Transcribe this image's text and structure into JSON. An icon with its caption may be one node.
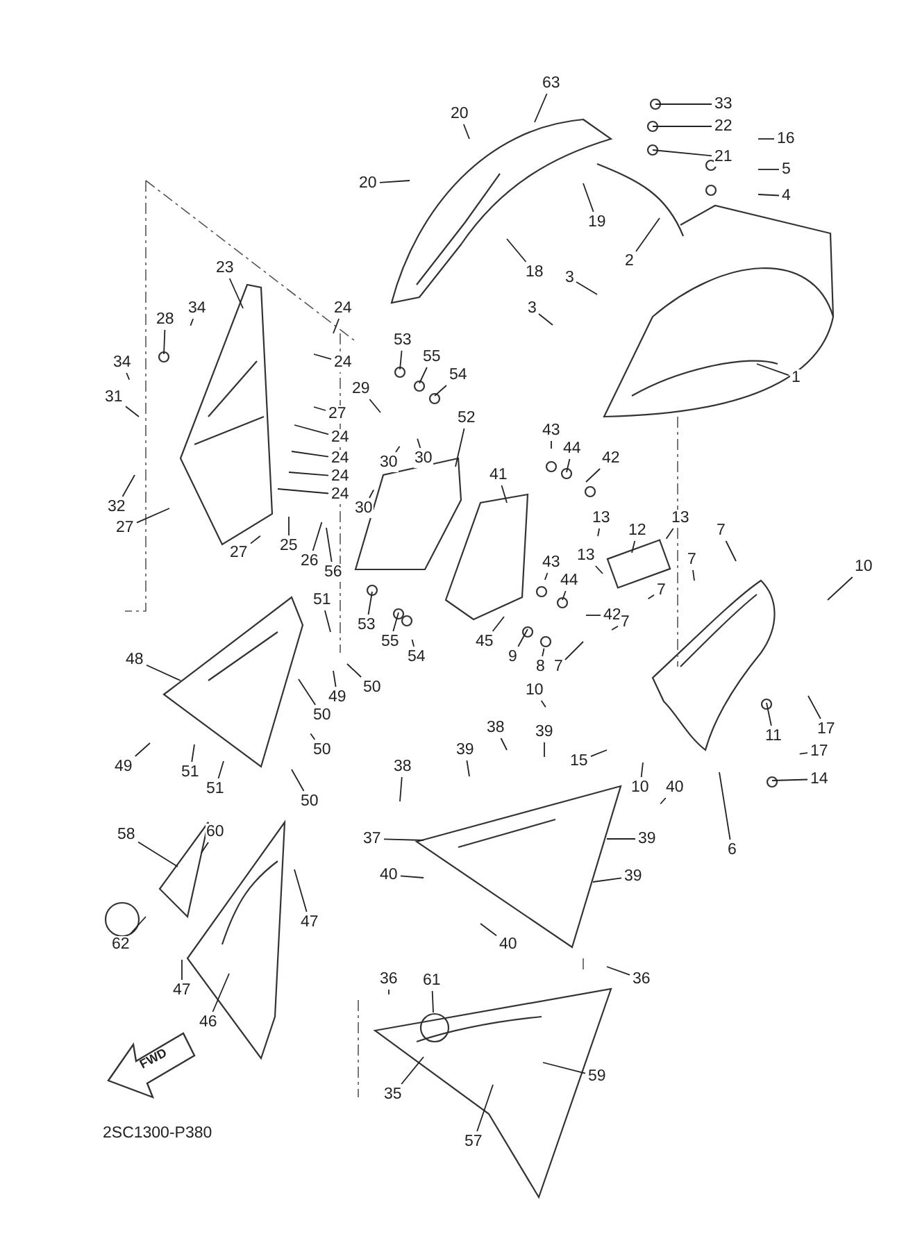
{
  "diagram": {
    "nodes": [
      {
        "text": [
          "63"
        ]
      },
      {
        "text": [
          "33"
        ]
      },
      {
        "text": [
          "22"
        ]
      },
      {
        "text": [
          "16"
        ]
      },
      {
        "text": [
          "21"
        ]
      },
      {
        "text": [
          "5"
        ]
      },
      {
        "text": [
          "20"
        ]
      },
      {
        "text": [
          "20"
        ]
      },
      {
        "text": [
          "4"
        ]
      },
      {
        "text": [
          "19"
        ]
      },
      {
        "text": [
          "18"
        ]
      },
      {
        "text": [
          "2"
        ]
      },
      {
        "text": [
          "3"
        ]
      },
      {
        "text": [
          "3"
        ]
      },
      {
        "text": [
          "23"
        ]
      },
      {
        "text": [
          "24"
        ]
      },
      {
        "text": [
          "34"
        ]
      },
      {
        "text": [
          "24"
        ]
      },
      {
        "text": [
          "28"
        ]
      },
      {
        "text": [
          "53"
        ]
      },
      {
        "text": [
          "55"
        ]
      },
      {
        "text": [
          "54"
        ]
      },
      {
        "text": [
          "34"
        ]
      },
      {
        "text": [
          "1"
        ]
      },
      {
        "text": [
          "29"
        ]
      },
      {
        "text": [
          "31"
        ]
      },
      {
        "text": [
          "27"
        ]
      },
      {
        "text": [
          "52"
        ]
      },
      {
        "text": [
          "24"
        ]
      },
      {
        "text": [
          "24"
        ]
      },
      {
        "text": [
          "30"
        ]
      },
      {
        "text": [
          "30"
        ]
      },
      {
        "text": [
          "24"
        ]
      },
      {
        "text": [
          "24"
        ]
      },
      {
        "text": [
          "43"
        ]
      },
      {
        "text": [
          "44"
        ]
      },
      {
        "text": [
          "42"
        ]
      },
      {
        "text": [
          "41"
        ]
      },
      {
        "text": [
          "32"
        ]
      },
      {
        "text": [
          "30"
        ]
      },
      {
        "text": [
          "27"
        ]
      },
      {
        "text": [
          "27"
        ]
      },
      {
        "text": [
          "25"
        ]
      },
      {
        "text": [
          "26"
        ]
      },
      {
        "text": [
          "56"
        ]
      },
      {
        "text": [
          "13"
        ]
      },
      {
        "text": [
          "12"
        ]
      },
      {
        "text": [
          "13"
        ]
      },
      {
        "text": [
          "7"
        ]
      },
      {
        "text": [
          "10"
        ]
      },
      {
        "text": [
          "13"
        ]
      },
      {
        "text": [
          "43"
        ]
      },
      {
        "text": [
          "7"
        ]
      },
      {
        "text": [
          "7"
        ]
      },
      {
        "text": [
          "44"
        ]
      },
      {
        "text": [
          "42"
        ]
      },
      {
        "text": [
          "51"
        ]
      },
      {
        "text": [
          "53"
        ]
      },
      {
        "text": [
          "55"
        ]
      },
      {
        "text": [
          "7"
        ]
      },
      {
        "text": [
          "45"
        ]
      },
      {
        "text": [
          "9"
        ]
      },
      {
        "text": [
          "8"
        ]
      },
      {
        "text": [
          "7"
        ]
      },
      {
        "text": [
          "54"
        ]
      },
      {
        "text": [
          "48"
        ]
      },
      {
        "text": [
          "50"
        ]
      },
      {
        "text": [
          "49"
        ]
      },
      {
        "text": [
          "10"
        ]
      },
      {
        "text": [
          "11"
        ]
      },
      {
        "text": [
          "17"
        ]
      },
      {
        "text": [
          "50"
        ]
      },
      {
        "text": [
          "38"
        ]
      },
      {
        "text": [
          "39"
        ]
      },
      {
        "text": [
          "15"
        ]
      },
      {
        "text": [
          "17"
        ]
      },
      {
        "text": [
          "50"
        ]
      },
      {
        "text": [
          "49"
        ]
      },
      {
        "text": [
          "51"
        ]
      },
      {
        "text": [
          "51"
        ]
      },
      {
        "text": [
          "39"
        ]
      },
      {
        "text": [
          "10"
        ]
      },
      {
        "text": [
          "40"
        ]
      },
      {
        "text": [
          "14"
        ]
      },
      {
        "text": [
          "50"
        ]
      },
      {
        "text": [
          "6"
        ]
      },
      {
        "text": [
          "38"
        ]
      },
      {
        "text": [
          "39"
        ]
      },
      {
        "text": [
          "58"
        ]
      },
      {
        "text": [
          "60"
        ]
      },
      {
        "text": [
          "37"
        ]
      },
      {
        "text": [
          "40"
        ]
      },
      {
        "text": [
          "39"
        ]
      },
      {
        "text": [
          "47"
        ]
      },
      {
        "text": [
          "62"
        ]
      },
      {
        "text": [
          "40"
        ]
      },
      {
        "text": [
          "47"
        ]
      },
      {
        "text": [
          "36"
        ]
      },
      {
        "text": [
          "36"
        ]
      },
      {
        "text": [
          "61"
        ]
      },
      {
        "text": [
          "46"
        ]
      },
      {
        "text": [
          "59"
        ]
      },
      {
        "text": [
          "35"
        ]
      },
      {
        "text": [
          "57"
        ]
      }
    ],
    "edges": [
      {
        "from": 0,
        "to": null,
        "arrow": "none"
      },
      {
        "from": 1,
        "to": null,
        "arrow": "none"
      },
      {
        "from": 2,
        "to": null,
        "arrow": "none"
      },
      {
        "from": 3,
        "to": null,
        "arrow": "none"
      },
      {
        "from": 4,
        "to": null,
        "arrow": "none"
      },
      {
        "from": 5,
        "to": null,
        "arrow": "none"
      },
      {
        "from": 6,
        "to": null,
        "arrow": "none"
      },
      {
        "from": 7,
        "to": null,
        "arrow": "none"
      },
      {
        "from": 8,
        "to": null,
        "arrow": "none"
      },
      {
        "from": 9,
        "to": null,
        "arrow": "none"
      },
      {
        "from": 10,
        "to": null,
        "arrow": "none"
      },
      {
        "from": 11,
        "to": null,
        "arrow": "none"
      },
      {
        "from": 12,
        "to": null,
        "arrow": "none"
      },
      {
        "from": 13,
        "to": null,
        "arrow": "none"
      },
      {
        "from": 14,
        "to": null,
        "arrow": "none"
      },
      {
        "from": 15,
        "to": null,
        "arrow": "none"
      },
      {
        "from": 16,
        "to": null,
        "arrow": "none"
      },
      {
        "from": 17,
        "to": null,
        "arrow": "none"
      },
      {
        "from": 18,
        "to": null,
        "arrow": "none"
      },
      {
        "from": 19,
        "to": null,
        "arrow": "none"
      },
      {
        "from": 20,
        "to": null,
        "arrow": "none"
      },
      {
        "from": 21,
        "to": null,
        "arrow": "none"
      },
      {
        "from": 22,
        "to": null,
        "arrow": "none"
      },
      {
        "from": 23,
        "to": null,
        "arrow": "none"
      },
      {
        "from": 24,
        "to": null,
        "arrow": "none"
      },
      {
        "from": 25,
        "to": null,
        "arrow": "none"
      },
      {
        "from": 26,
        "to": null,
        "arrow": "none"
      },
      {
        "from": 27,
        "to": null,
        "arrow": "none"
      },
      {
        "from": 28,
        "to": null,
        "arrow": "none"
      },
      {
        "from": 29,
        "to": null,
        "arrow": "none"
      },
      {
        "from": 30,
        "to": null,
        "arrow": "none"
      },
      {
        "from": 31,
        "to": null,
        "arrow": "none"
      },
      {
        "from": 32,
        "to": null,
        "arrow": "none"
      },
      {
        "from": 33,
        "to": null,
        "arrow": "none"
      },
      {
        "from": 34,
        "to": null,
        "arrow": "none"
      },
      {
        "from": 35,
        "to": null,
        "arrow": "none"
      },
      {
        "from": 36,
        "to": null,
        "arrow": "none"
      },
      {
        "from": 37,
        "to": null,
        "arrow": "none"
      },
      {
        "from": 38,
        "to": null,
        "arrow": "none"
      },
      {
        "from": 39,
        "to": null,
        "arrow": "none"
      },
      {
        "from": 40,
        "to": null,
        "arrow": "none"
      },
      {
        "from": 41,
        "to": null,
        "arrow": "none"
      },
      {
        "from": 42,
        "to": null,
        "arrow": "none"
      },
      {
        "from": 43,
        "to": null,
        "arrow": "none"
      },
      {
        "from": 44,
        "to": null,
        "arrow": "none"
      },
      {
        "from": 45,
        "to": null,
        "arrow": "none"
      },
      {
        "from": 46,
        "to": null,
        "arrow": "none"
      },
      {
        "from": 47,
        "to": null,
        "arrow": "none"
      },
      {
        "from": 48,
        "to": null,
        "arrow": "none"
      },
      {
        "from": 49,
        "to": null,
        "arrow": "none"
      },
      {
        "from": 50,
        "to": null,
        "arrow": "none"
      },
      {
        "from": 51,
        "to": null,
        "arrow": "none"
      },
      {
        "from": 52,
        "to": null,
        "arrow": "none"
      },
      {
        "from": 53,
        "to": null,
        "arrow": "none"
      },
      {
        "from": 54,
        "to": null,
        "arrow": "none"
      },
      {
        "from": 55,
        "to": null,
        "arrow": "none"
      },
      {
        "from": 56,
        "to": null,
        "arrow": "none"
      },
      {
        "from": 57,
        "to": null,
        "arrow": "none"
      },
      {
        "from": 58,
        "to": null,
        "arrow": "none"
      },
      {
        "from": 59,
        "to": null,
        "arrow": "none"
      },
      {
        "from": 60,
        "to": null,
        "arrow": "none"
      },
      {
        "from": 61,
        "to": null,
        "arrow": "none"
      },
      {
        "from": 62,
        "to": null,
        "arrow": "none"
      },
      {
        "from": 63,
        "to": null,
        "arrow": "none"
      },
      {
        "from": 64,
        "to": null,
        "arrow": "none"
      },
      {
        "from": 65,
        "to": null,
        "arrow": "none"
      },
      {
        "from": 66,
        "to": null,
        "arrow": "none"
      },
      {
        "from": 67,
        "to": null,
        "arrow": "none"
      },
      {
        "from": 68,
        "to": null,
        "arrow": "none"
      },
      {
        "from": 69,
        "to": null,
        "arrow": "none"
      },
      {
        "from": 70,
        "to": null,
        "arrow": "none"
      },
      {
        "from": 71,
        "to": null,
        "arrow": "none"
      },
      {
        "from": 72,
        "to": null,
        "arrow": "none"
      },
      {
        "from": 73,
        "to": null,
        "arrow": "none"
      },
      {
        "from": 74,
        "to": null,
        "arrow": "none"
      },
      {
        "from": 75,
        "to": null,
        "arrow": "none"
      },
      {
        "from": 76,
        "to": null,
        "arrow": "none"
      },
      {
        "from": 77,
        "to": null,
        "arrow": "none"
      },
      {
        "from": 78,
        "to": null,
        "arrow": "none"
      },
      {
        "from": 79,
        "to": null,
        "arrow": "none"
      },
      {
        "from": 80,
        "to": null,
        "arrow": "none"
      },
      {
        "from": 81,
        "to": null,
        "arrow": "none"
      },
      {
        "from": 82,
        "to": null,
        "arrow": "none"
      },
      {
        "from": 83,
        "to": null,
        "arrow": "none"
      },
      {
        "from": 84,
        "to": null,
        "arrow": "none"
      },
      {
        "from": 85,
        "to": null,
        "arrow": "none"
      },
      {
        "from": 86,
        "to": null,
        "arrow": "none"
      },
      {
        "from": 87,
        "to": null,
        "arrow": "none"
      },
      {
        "from": 88,
        "to": null,
        "arrow": "none"
      },
      {
        "from": 89,
        "to": null,
        "arrow": "none"
      },
      {
        "from": 90,
        "to": null,
        "arrow": "none"
      },
      {
        "from": 91,
        "to": null,
        "arrow": "none"
      },
      {
        "from": 92,
        "to": null,
        "arrow": "none"
      },
      {
        "from": 93,
        "to": null,
        "arrow": "none"
      },
      {
        "from": 94,
        "to": null,
        "arrow": "none"
      },
      {
        "from": 95,
        "to": null,
        "arrow": "none"
      },
      {
        "from": 96,
        "to": null,
        "arrow": "none"
      },
      {
        "from": 97,
        "to": null,
        "arrow": "none"
      },
      {
        "from": 98,
        "to": null,
        "arrow": "none"
      },
      {
        "from": 99,
        "to": null,
        "arrow": "none"
      },
      {
        "from": 100,
        "to": null,
        "arrow": "none"
      },
      {
        "from": 101,
        "to": null,
        "arrow": "none"
      },
      {
        "from": 102,
        "to": null,
        "arrow": "none"
      },
      {
        "from": 103,
        "to": null,
        "arrow": "none"
      }
    ],
    "labels": [
      "FWD",
      "2SC1300-P380"
    ]
  }
}
